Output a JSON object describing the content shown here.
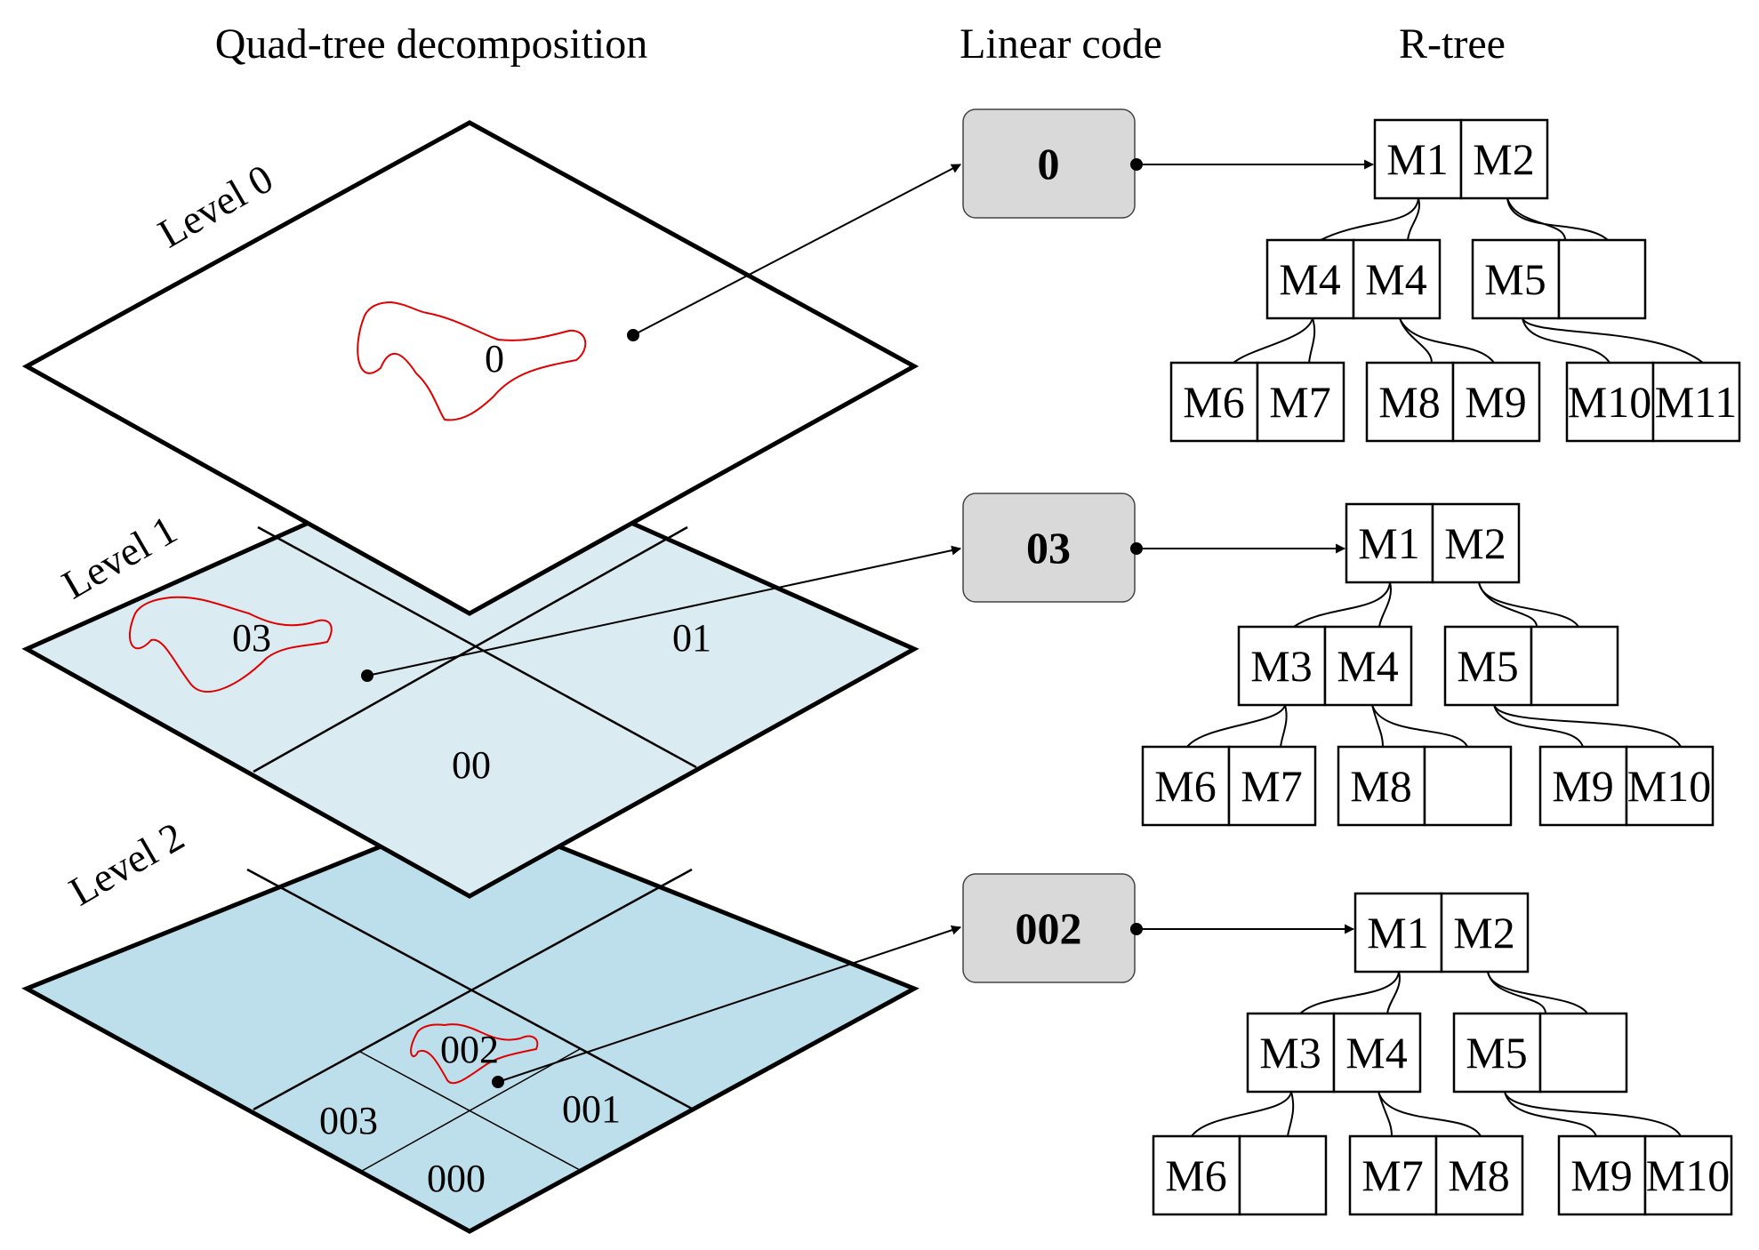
{
  "headers": {
    "quadtree": "Quad-tree decomposition",
    "linear": "Linear code",
    "rtree": "R-tree"
  },
  "levels": {
    "l0": "Level 0",
    "l1": "Level 1",
    "l2": "Level 2"
  },
  "cells": {
    "l0": {
      "c0": "0"
    },
    "l1": {
      "c03": "03",
      "c01": "01",
      "c00": "00"
    },
    "l2": {
      "c002": "002",
      "c003": "003",
      "c001": "001",
      "c000": "000"
    }
  },
  "codes": {
    "l0": "0",
    "l1": "03",
    "l2": "002"
  },
  "rtrees": {
    "t0": {
      "root": [
        "M1",
        "M2"
      ],
      "mid": [
        [
          "M4",
          "M4"
        ],
        [
          "M5",
          ""
        ]
      ],
      "leaves": [
        [
          "M6",
          "M7"
        ],
        [
          "M8",
          "M9"
        ],
        [
          "M10",
          "M11"
        ]
      ]
    },
    "t1": {
      "root": [
        "M1",
        "M2"
      ],
      "mid": [
        [
          "M3",
          "M4"
        ],
        [
          "M5",
          ""
        ]
      ],
      "leaves": [
        [
          "M6",
          "M7"
        ],
        [
          "M8",
          ""
        ],
        [
          "M9",
          "M10"
        ]
      ]
    },
    "t2": {
      "root": [
        "M1",
        "M2"
      ],
      "mid": [
        [
          "M3",
          "M4"
        ],
        [
          "M5",
          ""
        ]
      ],
      "leaves": [
        [
          "M6",
          ""
        ],
        [
          "M7",
          "M8"
        ],
        [
          "M9",
          "M10"
        ]
      ]
    }
  },
  "colors": {
    "level0_fill": "#ffffff",
    "level1_fill": "#daebf2",
    "level2_fill": "#bddfeb",
    "region_outline": "#e00000",
    "code_box_fill": "#d9d9d9"
  }
}
